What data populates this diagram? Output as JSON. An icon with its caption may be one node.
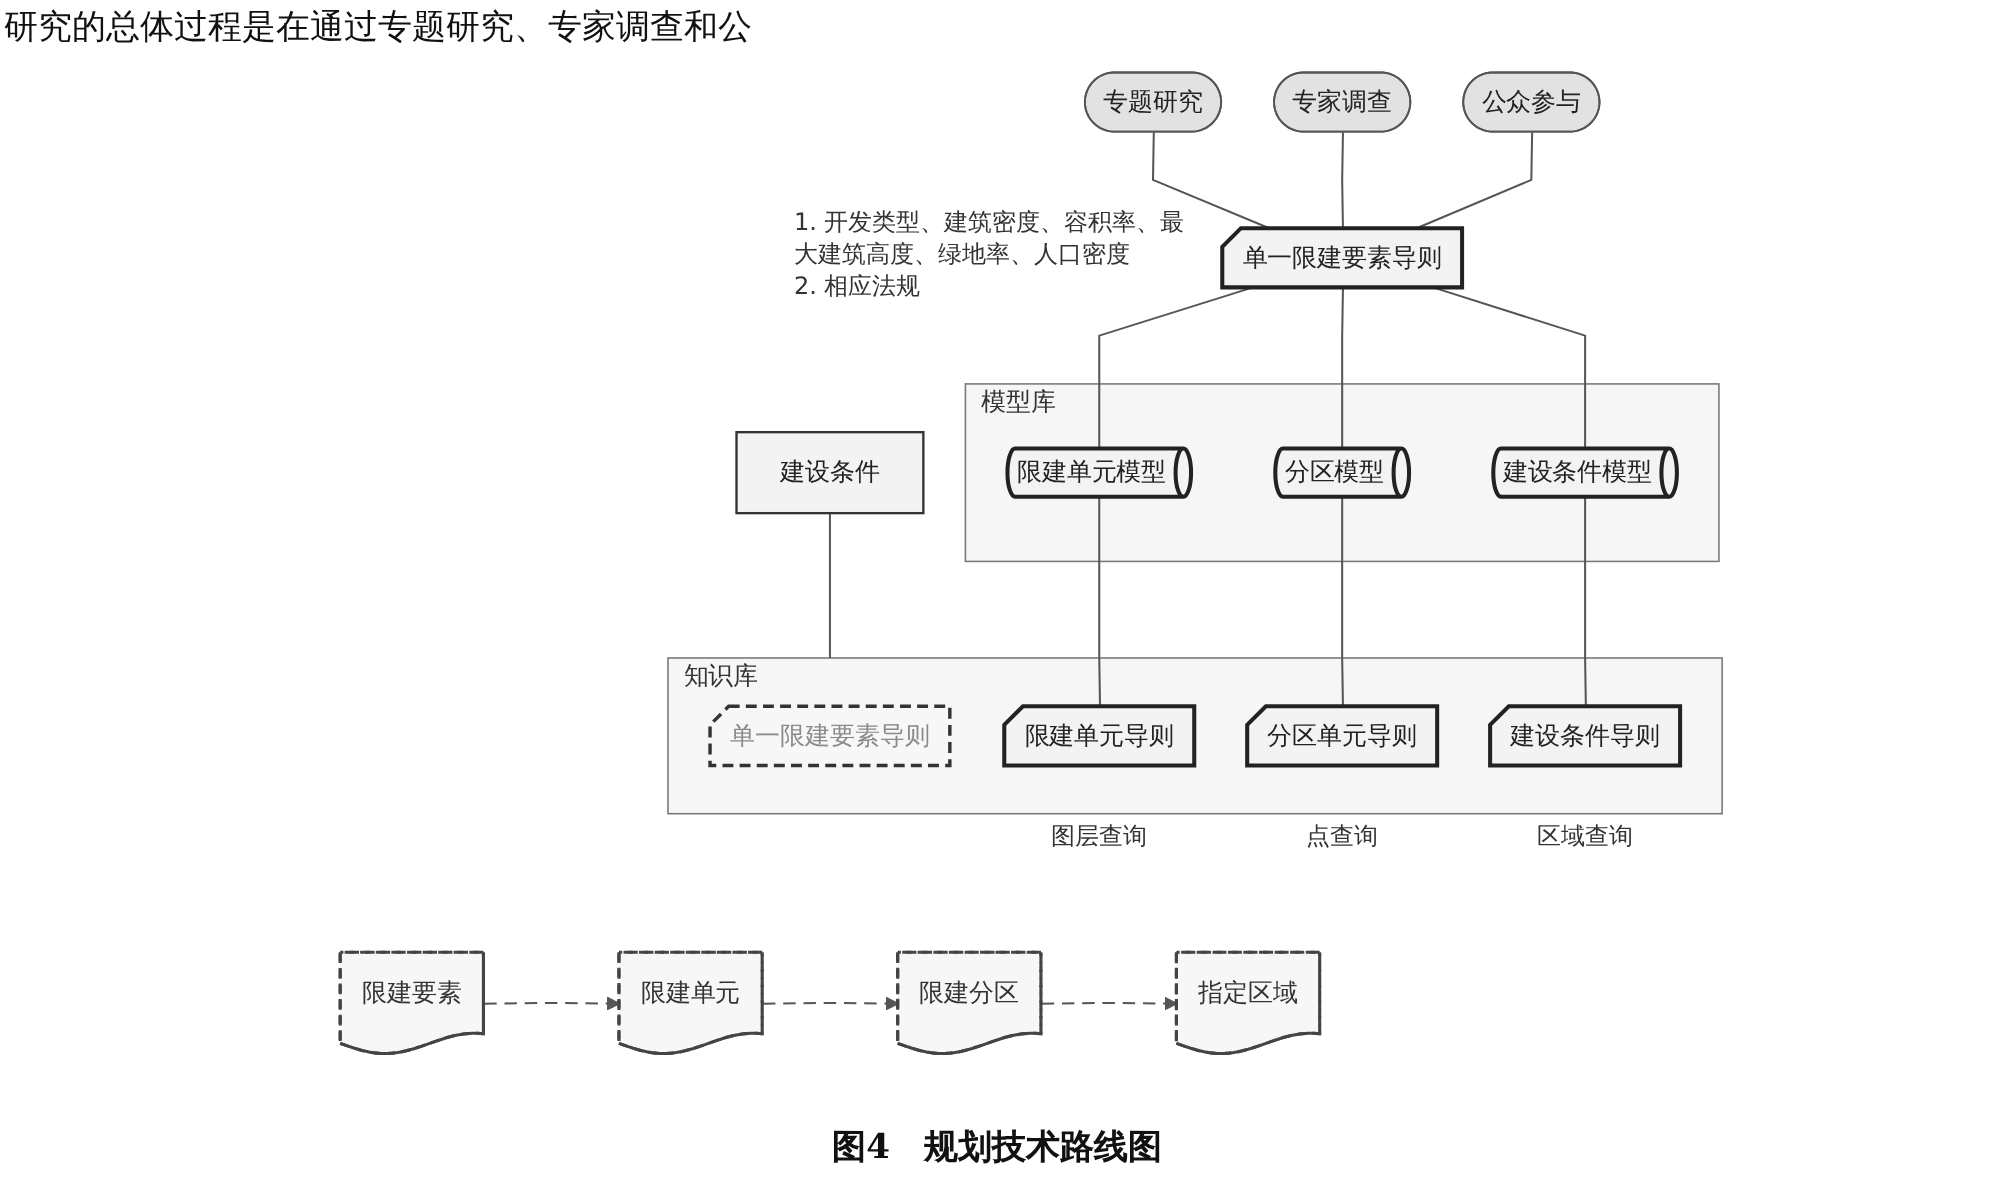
{
  "diagram": {
    "caption": "图4　规划技术路线图",
    "nodes": [
      {
        "text": [
          "专题研究"
        ]
      },
      {
        "text": [
          "专家调查"
        ]
      },
      {
        "text": [
          "公众参与"
        ]
      },
      {
        "text": [
          "单一限建要素导则"
        ],
        "beside": [
          "1. 开发类型、建筑密度、容积率、最大建筑高度、绿地率、人口密度",
          "2. 相应法规"
        ]
      },
      {
        "text": [
          "模型库"
        ]
      },
      {
        "text": [
          "限建单元模型"
        ],
        "in": 4
      },
      {
        "text": [
          "分区模型"
        ],
        "in": 4
      },
      {
        "text": [
          "建设条件模型"
        ],
        "in": 4
      },
      {
        "text": [
          "建设条件"
        ]
      },
      {
        "text": [
          "知识库"
        ]
      },
      {
        "text": [
          "单一限建要素导则"
        ],
        "in": 9
      },
      {
        "text": [
          "限建单元导则"
        ],
        "in": 9,
        "beside": [
          "图层查询"
        ]
      },
      {
        "text": [
          "分区单元导则"
        ],
        "in": 9,
        "beside": [
          "点查询"
        ]
      },
      {
        "text": [
          "建设条件导则"
        ],
        "in": 9,
        "beside": [
          "区域查询"
        ]
      },
      {
        "text": [
          "限建要素"
        ]
      },
      {
        "text": [
          "限建单元"
        ]
      },
      {
        "text": [
          "限建分区"
        ]
      },
      {
        "text": [
          "指定区域"
        ]
      }
    ],
    "edges": [
      {
        "from": 0,
        "to": 3,
        "arrow": "none"
      },
      {
        "from": 1,
        "to": 3,
        "arrow": "none"
      },
      {
        "from": 2,
        "to": 3,
        "arrow": "none"
      },
      {
        "from": 3,
        "to": 5,
        "arrow": "none"
      },
      {
        "from": 3,
        "to": 6,
        "arrow": "none"
      },
      {
        "from": 3,
        "to": 7,
        "arrow": "none"
      },
      {
        "from": 5,
        "to": 11,
        "arrow": "none"
      },
      {
        "from": 6,
        "to": 12,
        "arrow": "none"
      },
      {
        "from": 7,
        "to": 13,
        "arrow": "none"
      },
      {
        "from": 8,
        "to": 9,
        "arrow": "none"
      },
      {
        "from": 14,
        "to": 15,
        "arrow": "to",
        "style": "dashed"
      },
      {
        "from": 15,
        "to": 16,
        "arrow": "to",
        "style": "dashed"
      },
      {
        "from": 16,
        "to": 17,
        "arrow": "to",
        "style": "dashed"
      }
    ],
    "labels": [
      "研究的总体过程是在通过专题研究、专家调查和公"
    ]
  }
}
